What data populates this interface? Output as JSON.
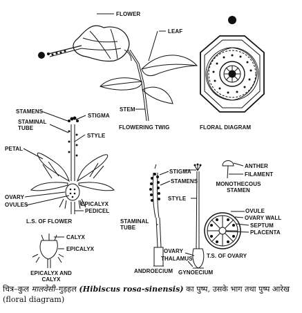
{
  "labels": {
    "flower": "FLOWER",
    "leaf": "LEAF",
    "stem": "STEM",
    "flowering_twig": "FLOWERING TWIG",
    "floral_diagram": "FLORAL DIAGRAM",
    "stamens_top": "STAMENS",
    "stigma_top": "STIGMA",
    "staminal_tube_top": "STAMINAL TUBE",
    "style_top": "STYLE",
    "petal": "PETAL",
    "ovary_left": "OVARY",
    "ovules_left": "OVULES",
    "epicalyx_left": "EPICALYX",
    "pedicel": "PEDICEL",
    "ls_of_flower": "L.S. OF FLOWER",
    "calyx": "CALYX",
    "epicalyx_small": "EPICALYX",
    "epicalyx_and_calyx": "EPICALYX AND CALYX",
    "stigma_mid": "STIGMA",
    "stamens_mid": "STAMENS",
    "staminal_tube_mid": "STAMINAL TUBE",
    "androecium": "ANDROECIUM",
    "style_mid": "STYLE",
    "ovary_mid": "OVARY",
    "thalamus": "THALAMUS",
    "gynoecium": "GYNOECIUM",
    "anther": "ANTHER",
    "filament": "FILAMENT",
    "monothecous_stamen": "MONOTHECOUS STAMEN",
    "ovule_right": "OVULE",
    "ovary_wall": "OVARY WALL",
    "septum": "SEPTUM",
    "placenta": "PLACENTA",
    "ts_of_ovary": "T.S. OF OVARY"
  },
  "caption": {
    "part1": "चित्र–कुल ",
    "family": "मालवेसी",
    "part2": "–गुड़हल ",
    "scientific": "(Hibiscus rosa-sinensis)",
    "part3": " का पुष्प, उसके भाग तथा पुष्प आरेख (floral diagram)"
  }
}
